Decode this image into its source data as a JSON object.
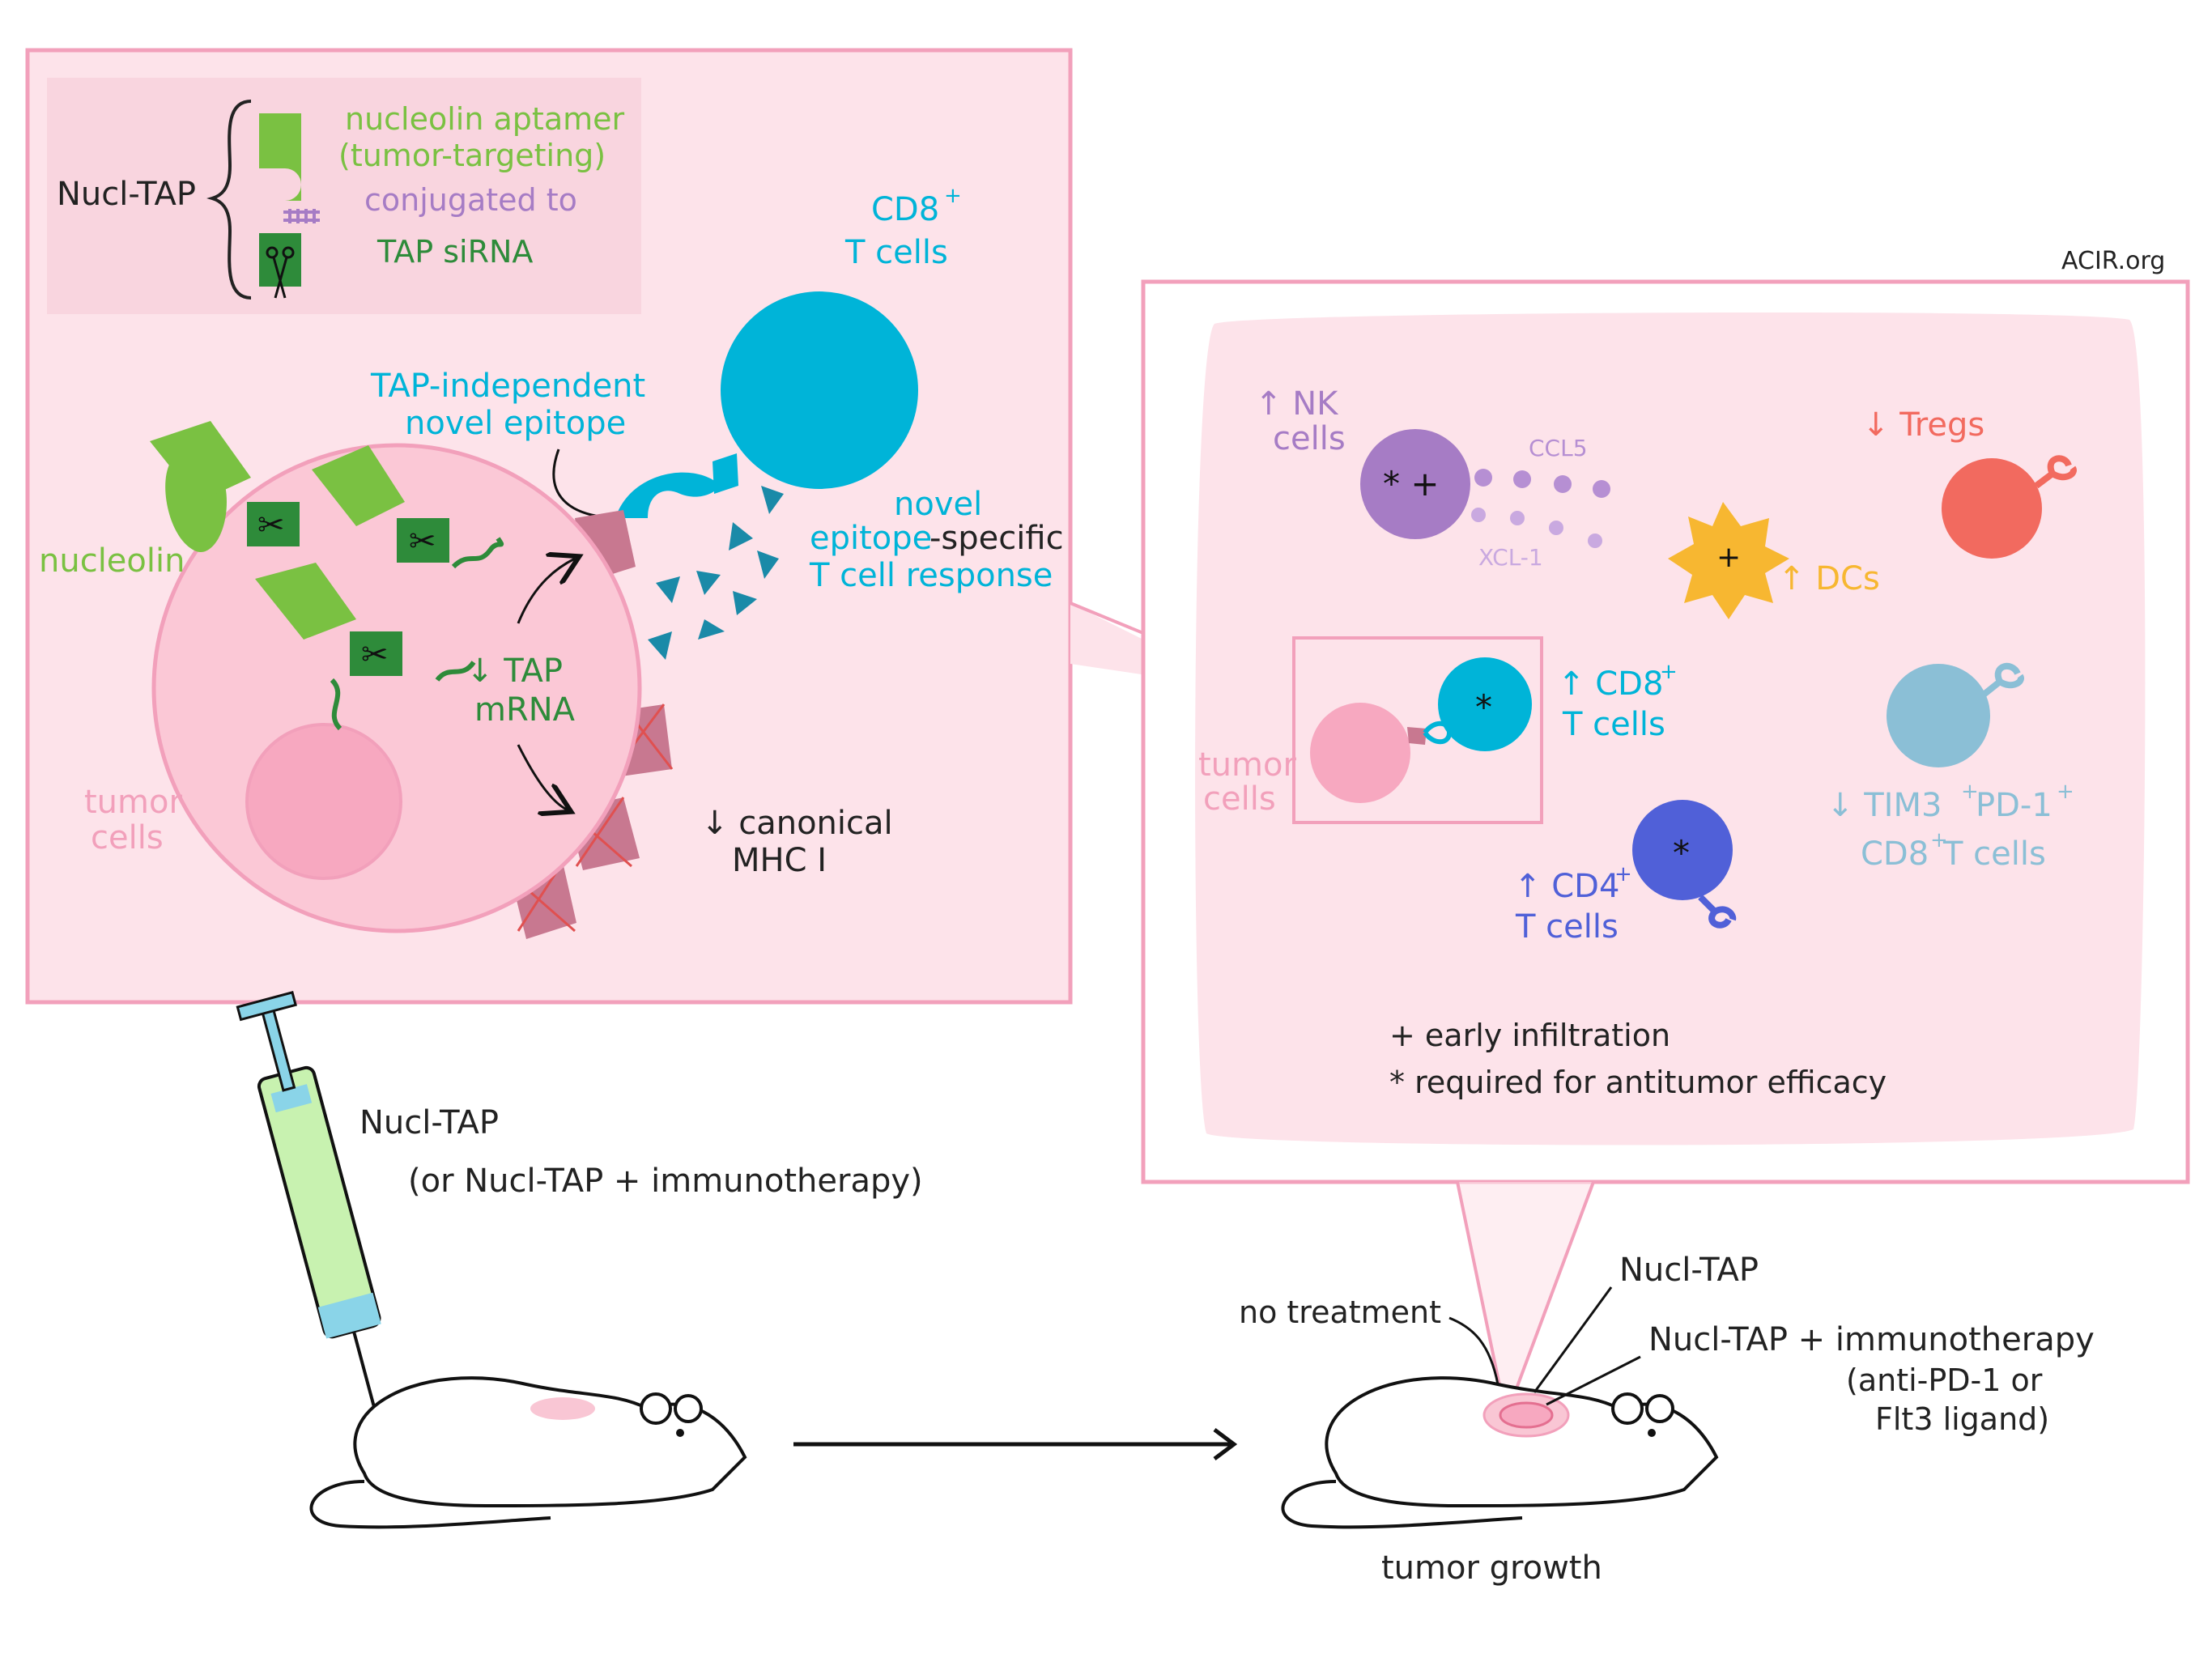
{
  "watermark": "ACIR.org",
  "legend": {
    "construct_name": "Nucl-TAP",
    "aptamer_line1": "nucleolin aptamer",
    "aptamer_line2": "(tumor-targeting)",
    "conjugated": "conjugated to",
    "sirna": "TAP siRNA"
  },
  "left_panel": {
    "cd8_title": "CD8",
    "cd8_sup": "+",
    "cd8_sub": "T cells",
    "tap_indep_1": "TAP-independent",
    "tap_indep_2": "novel epitope",
    "novel_1": "novel",
    "novel_2a": "epitope",
    "novel_2b": "-specific",
    "novel_3": "T cell response",
    "nucleolin": "nucleolin",
    "tap_mrna_1": "↓ TAP",
    "tap_mrna_2": "mRNA",
    "tumor_1": "tumor",
    "tumor_2": "cells",
    "canonical_1": "↓ canonical",
    "canonical_2": "MHC I"
  },
  "right_panel": {
    "nk_1": "↑ NK",
    "nk_2": "cells",
    "nk_marks": "* +",
    "ccl5": "CCL5",
    "xcl1": "XCL-1",
    "dc_mark": "+",
    "dcs": "↑ DCs",
    "tregs": "↓ Tregs",
    "cd8_1": "↑ CD8",
    "cd8_sup": "+",
    "cd8_2": "T cells",
    "tumor_1": "tumor",
    "tumor_2": "cells",
    "star_mark": "*",
    "tim3_a": "↓ TIM3",
    "tim3_sup1": "+",
    "tim3_b": "PD-1",
    "tim3_sup2": "+",
    "tim3_c": "CD8",
    "tim3_sup3": "+",
    "tim3_d": " T cells",
    "cd4_1": "↑ CD4",
    "cd4_sup": "+",
    "cd4_2": "T cells",
    "key_plus": "+   early infiltration",
    "key_star": "*   required for antitumor efficacy"
  },
  "bottom": {
    "syringe_1": "Nucl-TAP",
    "syringe_2": "(or Nucl-TAP + immunotherapy)",
    "no_treatment": "no treatment",
    "nucl_tap": "Nucl-TAP",
    "combo_1": "Nucl-TAP + immunotherapy",
    "combo_2": "(anti-PD-1 or",
    "combo_3": "Flt3 ligand)",
    "tumor_growth": "tumor  growth"
  },
  "colors": {
    "pink_fill": "#fde3ea",
    "pink_border": "#f2a0bb",
    "green": "#7ac142",
    "dark_green": "#2e8b3a",
    "purple": "#a67cc5",
    "cyan": "#00b4d8",
    "teal": "#1a8aa8",
    "orange": "#f7b731",
    "red": "#f26a5f",
    "light_blue": "#8bbfd6",
    "indigo": "#5060d8",
    "tumor_pink": "#f7a8c0"
  }
}
